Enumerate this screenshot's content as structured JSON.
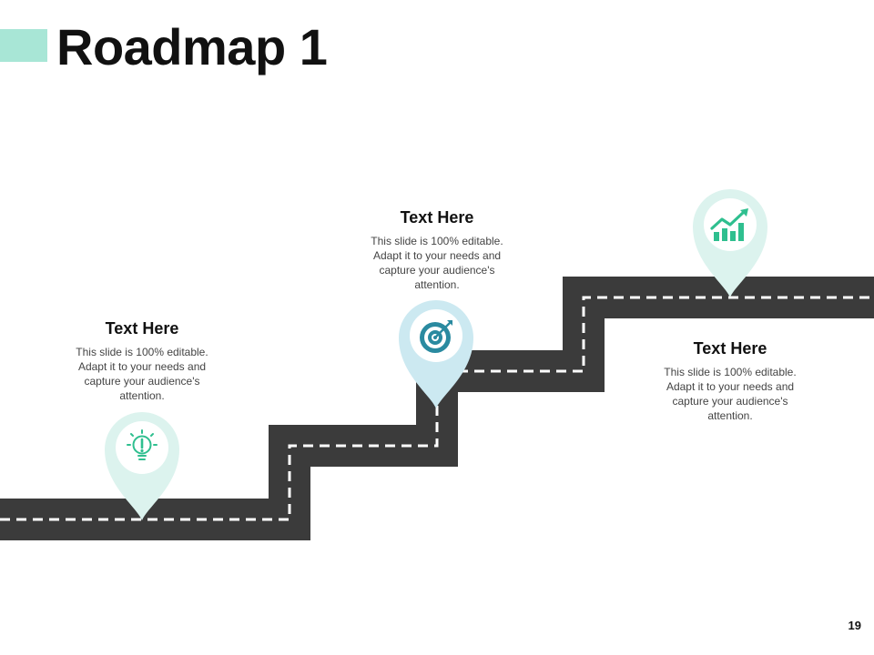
{
  "slide": {
    "title": "Roadmap 1",
    "page_number": "19"
  },
  "colors": {
    "accent": "#a8e6d6",
    "road": "#3b3b3b",
    "road_dash": "#ffffff",
    "pin_mint_outer": "#dcf3ee",
    "pin_blue_outer": "#cce9f1",
    "icon_green": "#2fbf8f",
    "icon_teal": "#2a8aa0"
  },
  "milestones": [
    {
      "heading": "Text Here",
      "body": "This slide is 100% editable. Adapt it to your needs and capture your audience's attention.",
      "icon": "lightbulb-icon"
    },
    {
      "heading": "Text Here",
      "body": "This slide is 100% editable. Adapt it to your needs and capture your audience's attention.",
      "icon": "target-icon"
    },
    {
      "heading": "Text Here",
      "body": "This slide is 100% editable. Adapt it to your needs and capture your audience's attention.",
      "icon": "growth-chart-icon"
    }
  ]
}
